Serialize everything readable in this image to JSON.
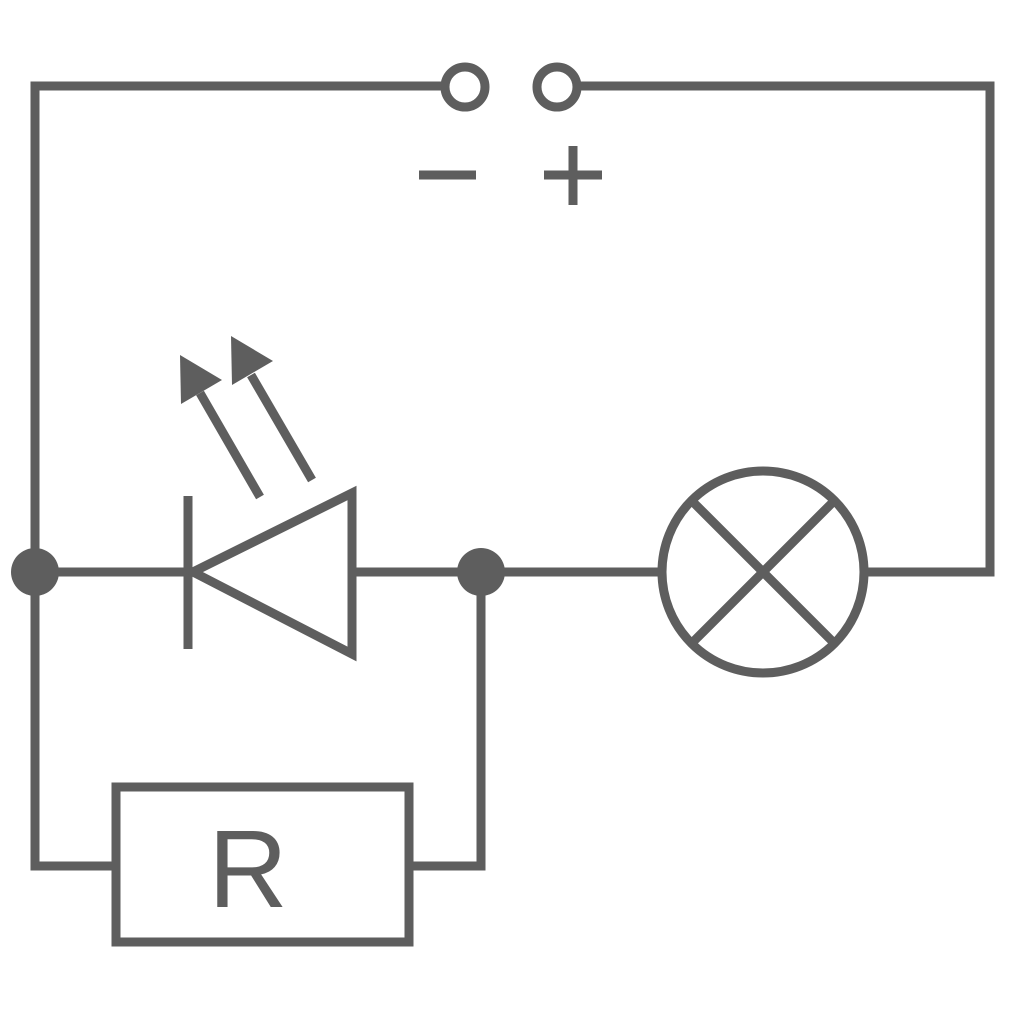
{
  "diagram": {
    "ink_color": "#5e5e5e",
    "background_color": "#ffffff",
    "terminals": {
      "negative_symbol": "−",
      "positive_symbol": "+"
    },
    "resistor": {
      "label": "R"
    },
    "components": [
      "terminal-negative",
      "terminal-positive",
      "led",
      "junction-left",
      "junction-right",
      "lamp",
      "resistor"
    ]
  }
}
